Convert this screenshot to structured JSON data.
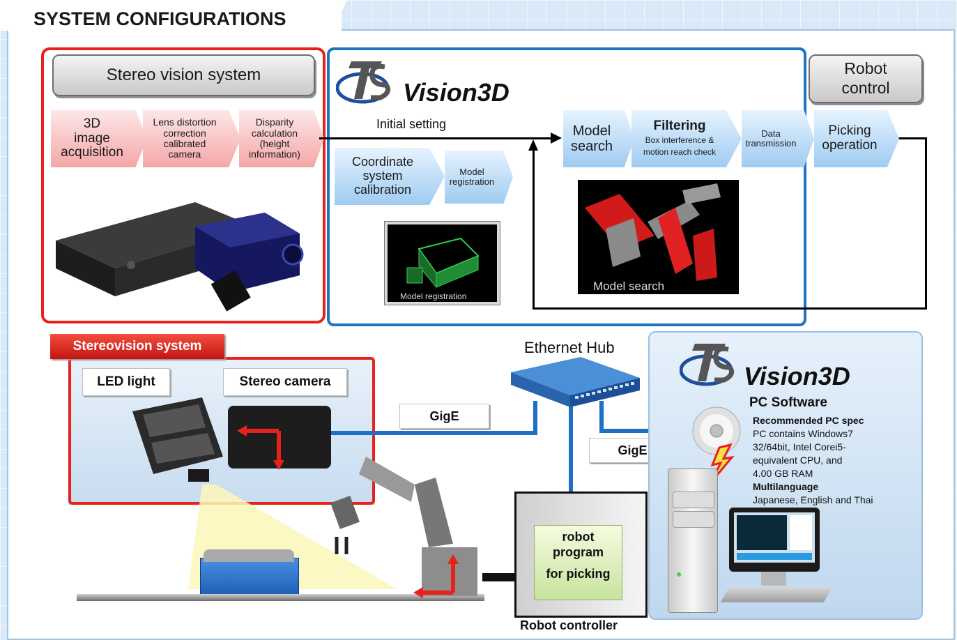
{
  "page_title": "SYSTEM CONFIGURATIONS",
  "top_section": {
    "stereo_header": "Stereo vision system",
    "robot_header": [
      "Robot",
      "control"
    ],
    "logo": {
      "mark": "TS",
      "text": "Vision3D"
    },
    "stereo_steps": [
      [
        "3D",
        "image",
        "acquisition"
      ],
      [
        "Lens distortion",
        "correction",
        "calibrated",
        "camera"
      ],
      [
        "Disparity",
        "calculation",
        "(height",
        "information)"
      ]
    ],
    "initial_setting": "Initial setting",
    "setup_steps": [
      [
        "Coordinate",
        "system",
        "calibration"
      ],
      [
        "Model",
        "registration"
      ]
    ],
    "process_steps": {
      "model_search": [
        "Model",
        "search"
      ],
      "filtering_title": "Filtering",
      "filtering_detail": [
        "Box interference &",
        "motion reach check"
      ],
      "data_transmission": [
        "Data",
        "transmission"
      ],
      "picking": [
        "Picking",
        "operation"
      ]
    },
    "model_registration_caption": "Model registration",
    "model_search_caption": "Model search"
  },
  "bottom_section": {
    "stereovision_tab": "Stereovision system",
    "led_light": "LED light",
    "stereo_camera": "Stereo camera",
    "ethernet_hub": "Ethernet Hub",
    "gige_1": "GigE",
    "gige_2": "GigE",
    "robot_program": [
      "robot",
      "program",
      "for picking"
    ],
    "robot_controller": "Robot controller",
    "pc_panel": {
      "logo_text": "Vision3D",
      "pc_software": "PC Software",
      "spec_title": "Recommended PC spec",
      "spec_lines": [
        "PC contains Windows7",
        "32/64bit, Intel Corei5-",
        "equivalent CPU, and",
        "4.00 GB RAM"
      ],
      "multi_title": "Multilanguage",
      "multi_line": "Japanese, English and Thai"
    }
  },
  "colors": {
    "red": "#e8221b",
    "blue": "#1f74c0",
    "link_blue": "#1f6fc5",
    "pink": "#f4a7a7",
    "light_blue": "#9fcbf1"
  }
}
